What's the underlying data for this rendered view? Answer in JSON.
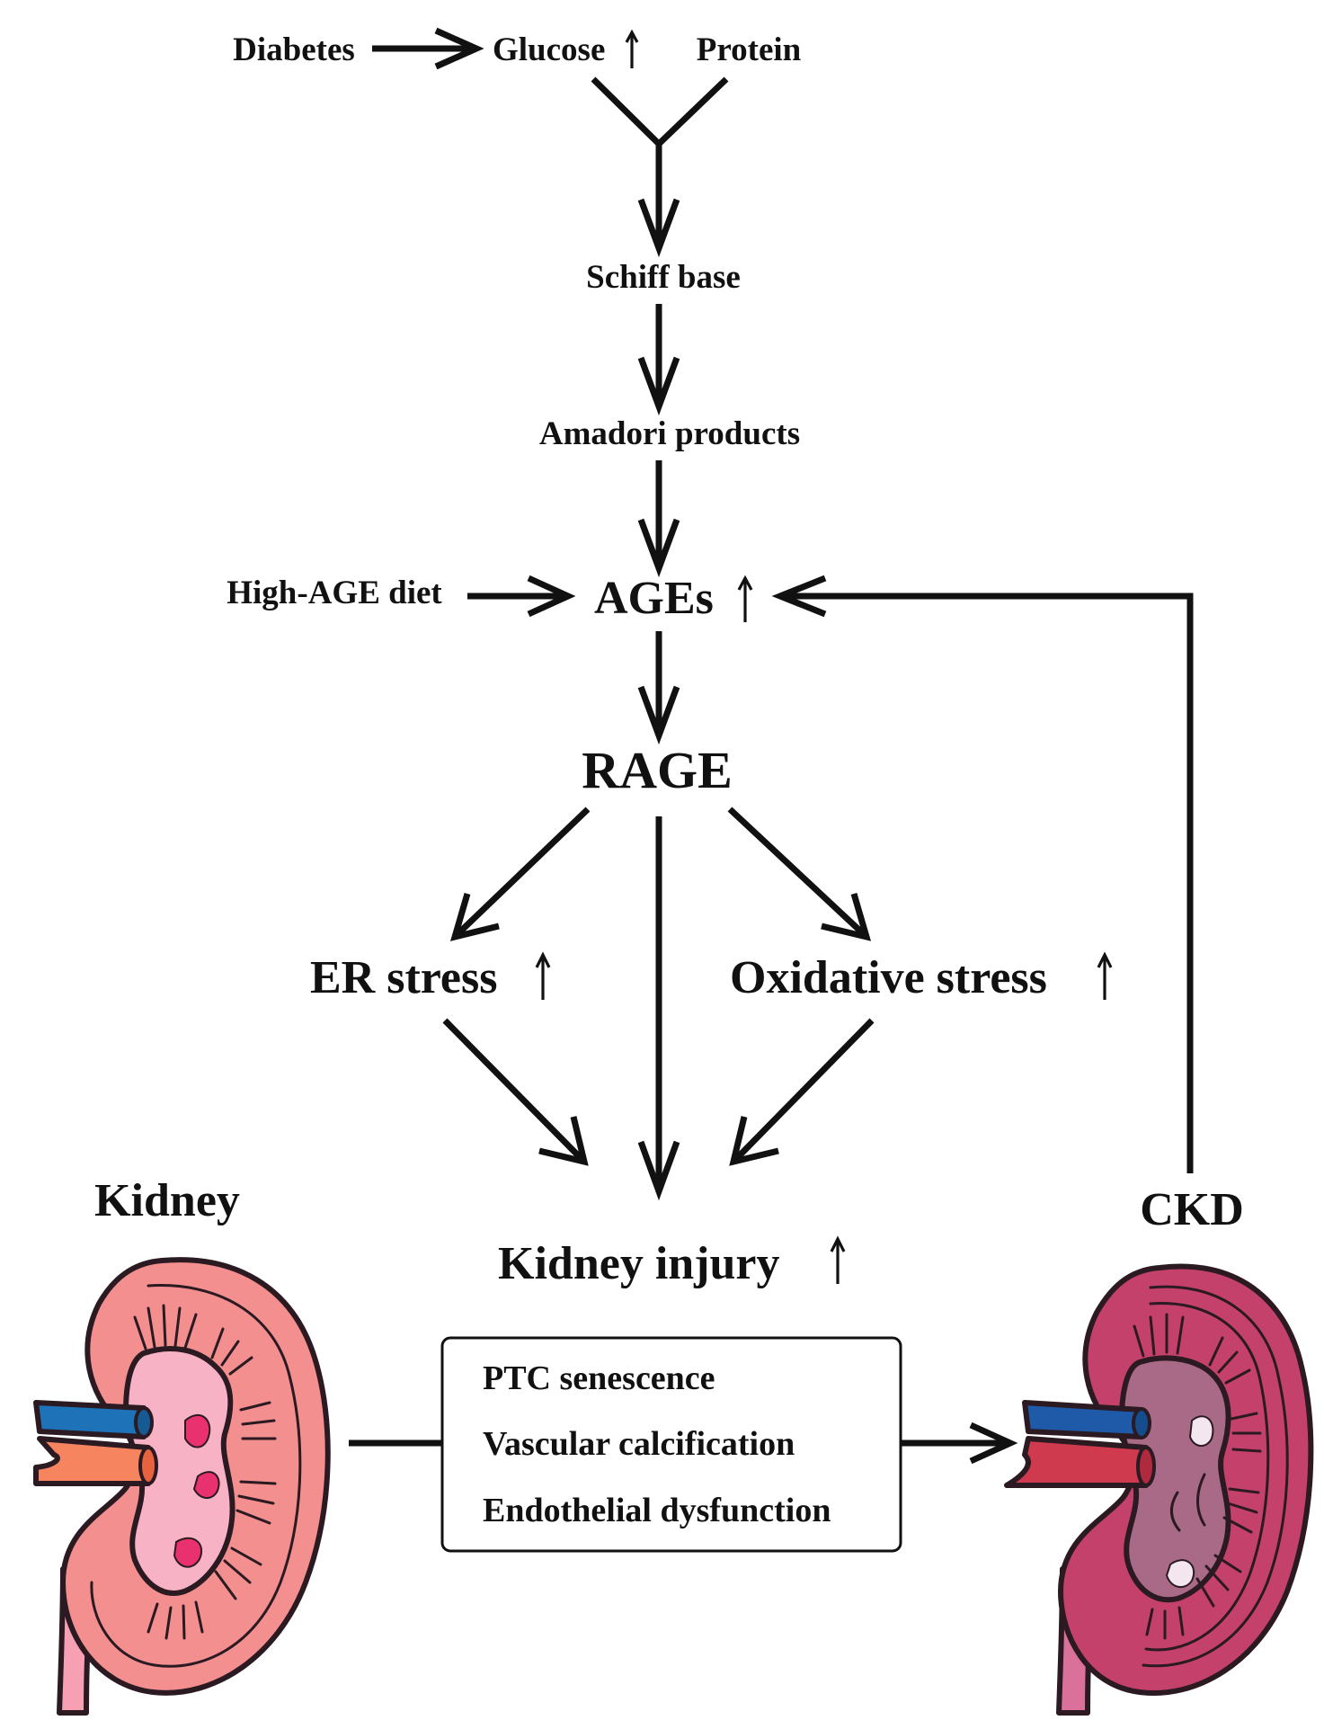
{
  "nodes": {
    "diabetes": "Diabetes",
    "glucose": "Glucose",
    "protein": "Protein",
    "schiff_base": "Schiff base",
    "amadori": "Amadori products",
    "high_age_diet": "High-AGE diet",
    "ages": "AGEs",
    "rage": "RAGE",
    "er_stress": "ER stress",
    "oxidative_stress": "Oxidative stress",
    "kidney_injury": "Kidney injury"
  },
  "side_labels": {
    "kidney": "Kidney",
    "ckd": "CKD"
  },
  "outcome_box": {
    "items": [
      "PTC senescence",
      "Vascular calcification",
      "Endothelial dysfunction"
    ]
  },
  "up_marker_meaning": "increase",
  "colors": {
    "ink": "#111111",
    "healthy_kidney": "#f48f8f",
    "healthy_pelvis": "#f7b2c6",
    "ckd_kidney": "#c4416c",
    "ckd_pelvis": "#a86a86",
    "vein": "#1e73b8",
    "artery_healthy": "#f5845f",
    "artery_ckd": "#cf3a4f"
  }
}
